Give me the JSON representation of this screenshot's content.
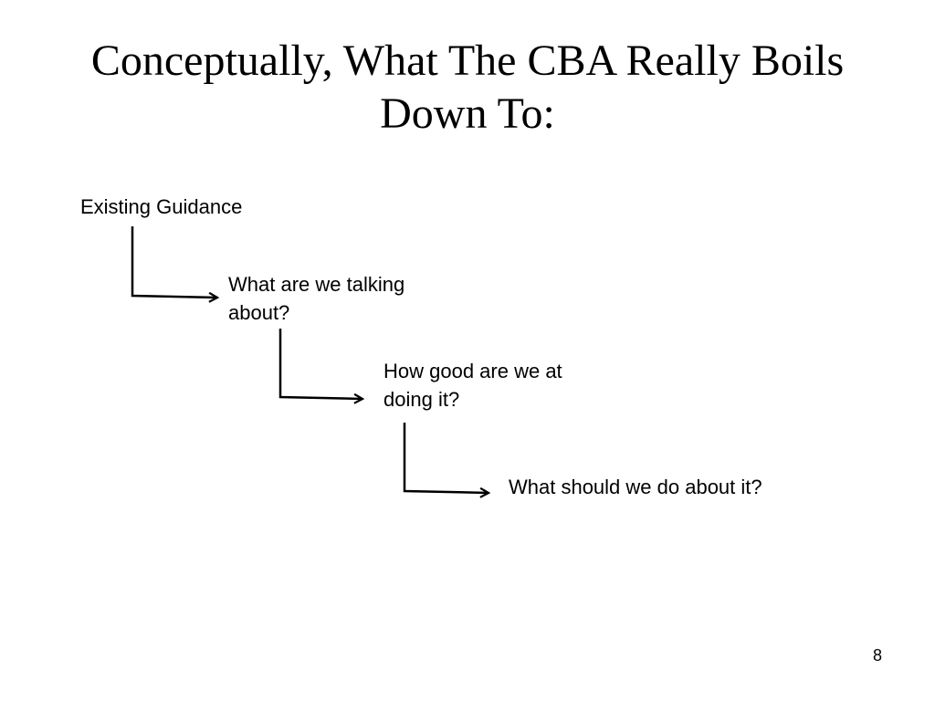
{
  "slide": {
    "title_line1": "Conceptually, What The CBA Really Boils",
    "title_line2": "Down To:",
    "page_number": "8"
  },
  "steps": [
    {
      "label": "Existing Guidance"
    },
    {
      "label": "What are we talking about?"
    },
    {
      "label": "How good are we at doing it?"
    },
    {
      "label": "What should we do about it?"
    }
  ]
}
